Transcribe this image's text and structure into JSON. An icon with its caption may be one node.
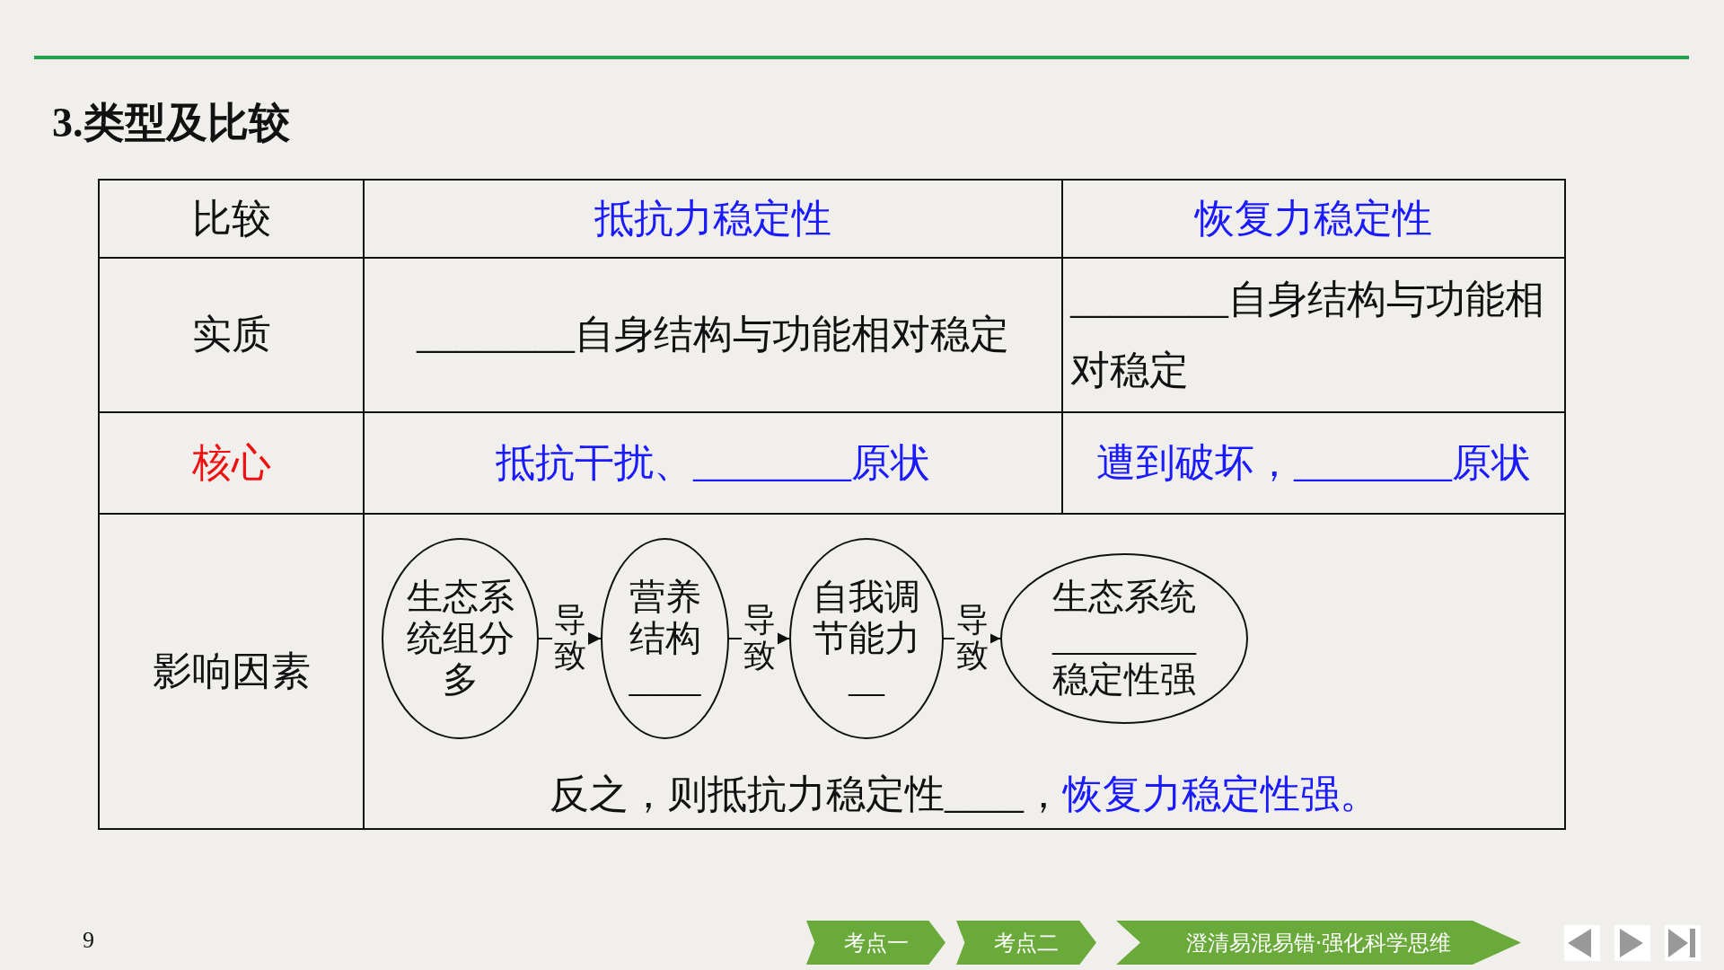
{
  "diagram": {
    "title": "3.类型及比较",
    "nodes": [
      {
        "text": [
          "生态系统组分多"
        ]
      },
      {
        "text": [
          "营养结构____"
        ]
      },
      {
        "text": [
          "自我调节能力__"
        ]
      },
      {
        "text": [
          "生态系统________稳定性强"
        ]
      }
    ],
    "edges": [
      {
        "from": 0,
        "to": 1,
        "arrow": "to",
        "label": "导致"
      },
      {
        "from": 1,
        "to": 2,
        "arrow": "to",
        "label": "导致"
      },
      {
        "from": 2,
        "to": 3,
        "arrow": "to",
        "label": "导致"
      }
    ],
    "labels": [
      "比较",
      "抵抗力稳定性",
      "恢复力稳定性",
      "实质",
      "________自身结构与功能相对稳定",
      "________自身结构与功能相对稳定",
      "核心",
      "抵抗干扰、________原状",
      "遭到破坏，________原状",
      "影响因素",
      "反之，则抵抗力稳定性____，",
      "恢复力稳定性强。",
      "9",
      "考点一",
      "考点二",
      "澄清易混易错·强化科学思维"
    ]
  }
}
